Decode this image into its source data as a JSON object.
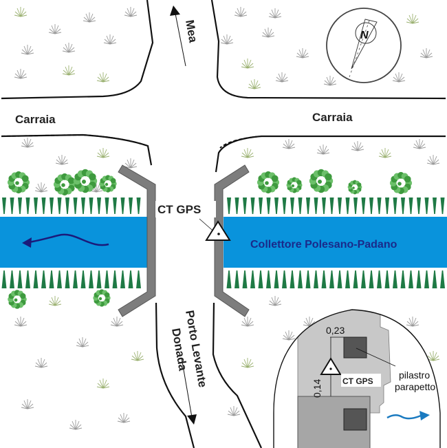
{
  "labels": {
    "road_north": "Mea",
    "road_south_line1": "Porto Levante",
    "road_south_line2": "Donada",
    "carraia_left": "Carraia",
    "carraia_right": "Carraia",
    "canal": "Collettore Polesano-Padano",
    "gps_point": "CT GPS",
    "compass": "N"
  },
  "inset": {
    "dim_horizontal": "0,23",
    "dim_vertical": "0,14",
    "gps_point": "CT GPS",
    "pillar_label_line1": "pilastro",
    "pillar_label_line2": "parapetto"
  },
  "colors": {
    "water": "#0993dc",
    "canal_text": "#1a2a8a",
    "flow_arrow_main": "#1b1a7a",
    "flow_arrow_inset": "#1a7ac0",
    "bridge": "#7d7d7d",
    "reeds": "#1f7a45",
    "shrubs": "#4aa84a",
    "inset_light": "#c8c8c8",
    "inset_mid": "#a6a6a6",
    "inset_pillar": "#555555"
  }
}
